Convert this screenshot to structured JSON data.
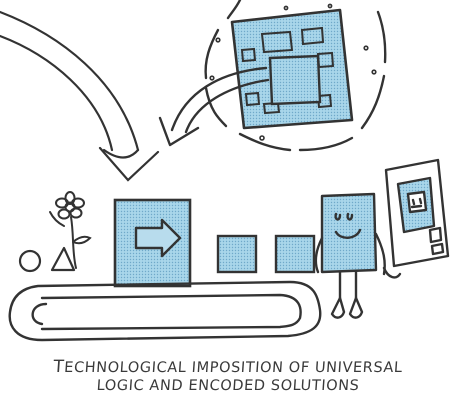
{
  "caption": {
    "line1_first_letter": "T",
    "line1_rest": "echnological imposition of universal",
    "line2": "logic and encoded solutions"
  },
  "colors": {
    "ink": "#333333",
    "fill_blue": "#a9d6ea",
    "dot_blue": "#6fa9c9"
  },
  "icons": [
    "curved-arrow-icon",
    "down-arrow-icon",
    "circuit-chip-icon",
    "machine-arrow-icon",
    "flower-icon",
    "circle-icon",
    "triangle-icon",
    "conveyor-belt-icon",
    "robot-icon",
    "phone-icon"
  ]
}
